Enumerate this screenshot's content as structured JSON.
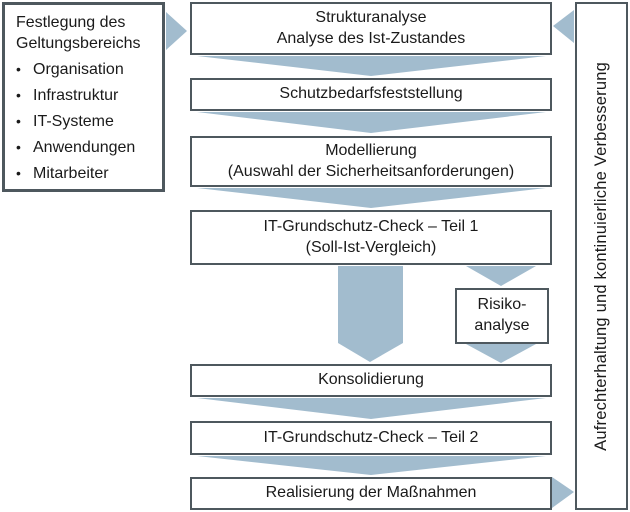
{
  "colors": {
    "arrow_fill": "#a2bcce",
    "box_border": "#4e585e",
    "text": "#1a1a1a",
    "background": "#ffffff"
  },
  "left_panel": {
    "title": "Festlegung des Geltungsbereichs",
    "bullet": "•",
    "items": [
      "Organisation",
      "Infrastruktur",
      "IT-Systeme",
      "Anwendungen",
      "Mitarbeiter"
    ]
  },
  "steps": [
    {
      "label": "Strukturanalyse\nAnalyse des Ist-Zustandes"
    },
    {
      "label": "Schutzbedarfsfeststellung"
    },
    {
      "label": "Modellierung\n(Auswahl der Sicherheitsanforderungen)"
    },
    {
      "label": "IT-Grundschutz-Check – Teil 1\n(Soll-Ist-Vergleich)"
    },
    {
      "label": "Konsolidierung"
    },
    {
      "label": "IT-Grundschutz-Check – Teil 2"
    },
    {
      "label": "Realisierung der Maßnahmen"
    }
  ],
  "risk_box": {
    "label": "Risiko-\nanalyse"
  },
  "right_bar": {
    "label": "Aufrechterhaltung und kontinuierliche Verbesserung"
  }
}
